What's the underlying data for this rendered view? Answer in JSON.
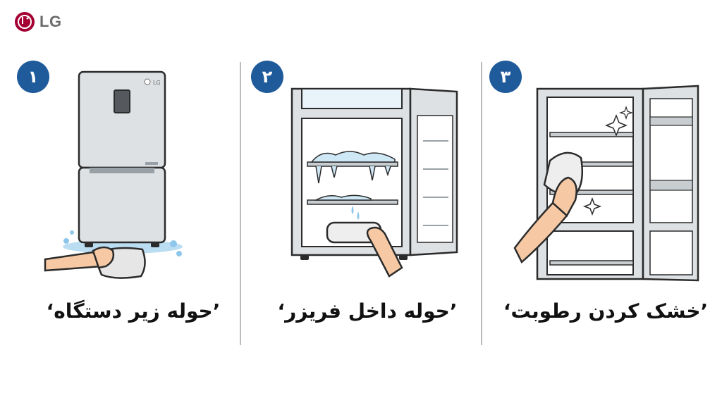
{
  "brand": {
    "name": "LG",
    "color": "#a50034",
    "icon": "lg-logo"
  },
  "colors": {
    "badge": "#1f5a9a",
    "fridge": "#dde1e4",
    "outline": "#2b2b2b",
    "water": "#8ec7ea",
    "skin": "#f6c9a4"
  },
  "steps": [
    {
      "number": "۱",
      "caption": "’حوله زیر دستگاه‘",
      "icon": "fridge-towel-floor-icon"
    },
    {
      "number": "۲",
      "caption": "’حوله داخل فریزر‘",
      "icon": "freezer-towel-icon"
    },
    {
      "number": "۳",
      "caption": "’خشک کردن رطوبت‘",
      "icon": "wipe-moisture-icon"
    }
  ]
}
